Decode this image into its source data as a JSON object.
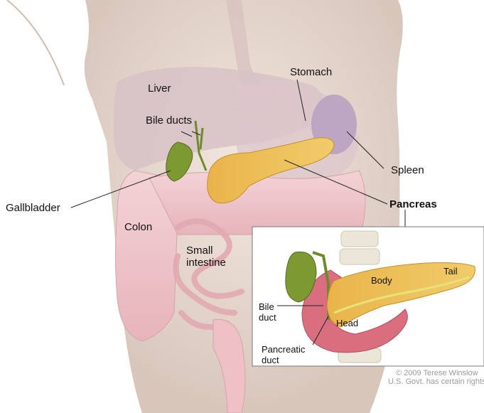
{
  "labels": {
    "liver": "Liver",
    "stomach": "Stomach",
    "bile_ducts": "Bile ducts",
    "spleen": "Spleen",
    "gallbladder": "Gallbladder",
    "pancreas": "Pancreas",
    "colon": "Colon",
    "small_intestine_line1": "Small",
    "small_intestine_line2": "intestine"
  },
  "inset": {
    "body": "Body",
    "tail": "Tail",
    "head": "Head",
    "bile_duct_line1": "Bile",
    "bile_duct_line2": "duct",
    "pancreatic_duct_line1": "Pancreatic",
    "pancreatic_duct_line2": "duct"
  },
  "credit": {
    "line1": "© 2009 Terese Winslow",
    "line2": "U.S. Govt. has certain rights"
  },
  "colors": {
    "skin": "#e9dcd3",
    "organ_pink": "#f0c6cc",
    "pancreas": "#e8b64a",
    "gallbladder": "#6f8a2c",
    "inset_border": "#777777"
  }
}
